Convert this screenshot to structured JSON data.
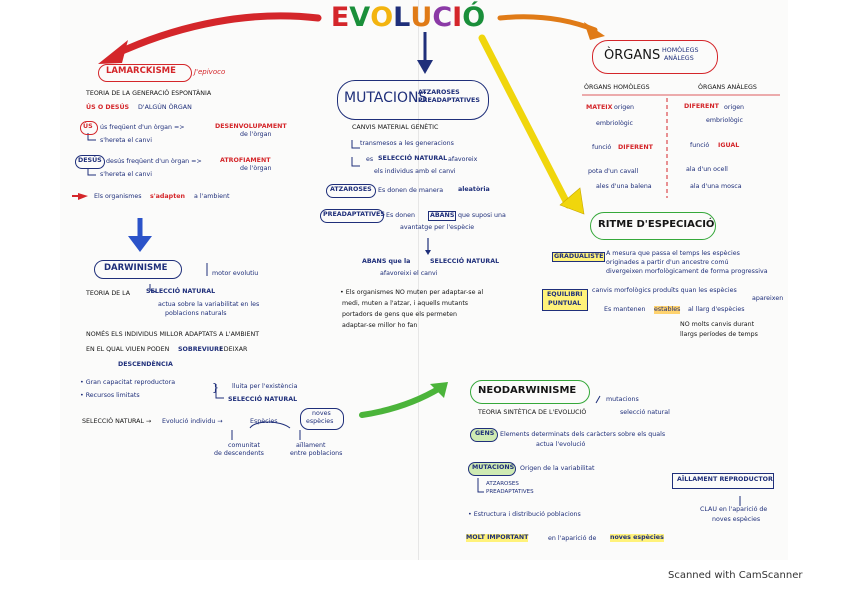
{
  "title": "EVOLUCIÓ",
  "title_colors": [
    "#d4262a",
    "#1a8f3a",
    "#f3b40f",
    "#1f2f7a",
    "#e07b17",
    "#8b3aa6",
    "#d4262a",
    "#1a8f3a"
  ],
  "lamarck": {
    "heading": "LAMARCKISME",
    "author": "J'epivoco",
    "line1": "TEORIA DE LA GENERACIÓ ESPONTÀNIA",
    "line2a": "ÚS O DESÚS",
    "line2b": "D'ALGÚN ÒRGAN",
    "us_tag": "ÚS",
    "us_line1": "ús freqüent d'un òrgan =>",
    "us_result1": "DESENVOLUPAMENT",
    "us_result2": "de l'òrgan",
    "us_line2": "s'hereta el canvi",
    "desus_tag": "DESÚS",
    "desus_line1": "desús freqüent d'un òrgan =>",
    "desus_result1": "ATROFIAMENT",
    "desus_result2": "de l'òrgan",
    "desus_line2": "s'hereta el canvi",
    "adapt_a": "Els organismes",
    "adapt_b": "s'adapten",
    "adapt_c": "a l'ambient"
  },
  "darwin": {
    "heading": "DARWINISME",
    "motor": "motor evolutiu",
    "theory_a": "TEORIA DE LA",
    "theory_b": "SELECCIÓ NATURAL",
    "theory_sub1": "actua sobre la variabilitat en les",
    "theory_sub2": "poblacions naturals",
    "only1": "NOMÉS ELS INDIVIDUS MILLOR ADAPTATS A L'AMBIENT",
    "only2a": "EN EL QUAL VIUEN PODEN",
    "only2b": "SOBREVIURE",
    "only2c": "i DEIXAR",
    "only3": "DESCENDÈNCIA",
    "b1": "• Gran capacitat reproductora",
    "b2": "• Recursos limitats",
    "lluita": "lluita per l'existència",
    "selnat": "SELECCIÓ NATURAL",
    "chain_a": "SELECCIÓ NATURAL →",
    "chain_b": "Evolució individu →",
    "chain_c": "Espècies",
    "noves1": "noves",
    "noves2": "espècies",
    "comunitat1": "comunitat",
    "comunitat2": "de descendents",
    "aillament1": "aïllament",
    "aillament2": "entre poblacions"
  },
  "mutacions": {
    "heading": "MUTACIONS",
    "sub1": "ATZAROSES",
    "sub2": "PREADAPTATIVES",
    "l1": "CANVIS MATERIAL GENÈTIC",
    "l2": "transmesos a les generacions",
    "l3a": "es",
    "l3b": "SELECCIÓ NATURAL",
    "l3c": "afavoreix",
    "l4": "els individus amb el canvi",
    "atz_tag": "ATZAROSES",
    "atz_text": "Es donen de manera",
    "atz_word": "aleatòria",
    "pre_tag": "PREADAPTATIVES",
    "pre_text1": "Es donen",
    "pre_abans": "ABANS",
    "pre_text2": "que suposi una",
    "pre_text3": "avantatge per l'espècie",
    "after1a": "ABANS que la",
    "after1b": "SELECCIÓ NATURAL",
    "after2": "afavoreixi el canvi",
    "p1": "• Els organismes NO muten per adaptar-se al",
    "p2": "medi, muten a l'atzar, i aquells mutants",
    "p3": "portadors de gens que els permeten",
    "p4": "adaptar-se millor ho fan"
  },
  "organs": {
    "heading": "ÒRGANS",
    "sub1": "HOMÒLEGS",
    "sub2": "ANÀLEGS",
    "col1": "ÒRGANS HOMÒLEGS",
    "col2": "ÒRGANS ANÀLEGS",
    "h1a": "MATEIX",
    "h1b": "origen",
    "h2": "embriològic",
    "h3a": "funció",
    "h3b": "DIFERENT",
    "h4": "pota d'un cavall",
    "h5": "ales d'una balena",
    "a1a": "DIFERENT",
    "a1b": "origen",
    "a2": "embriològic",
    "a3a": "funció",
    "a3b": "IGUAL",
    "a4": "ala d'un ocell",
    "a5": "ala d'una mosca"
  },
  "ritme": {
    "heading": "RITME D'ESPECIACIÓ",
    "grad_tag": "GRADUALISTE",
    "grad1": "A mesura que passa el temps les espècies",
    "grad2": "originades a partir d'un ancestre comú",
    "grad3": "divergeixen morfològicament de forma progressiva",
    "eq_tag1": "EQUILIBRI",
    "eq_tag2": "PUNTUAL",
    "eq1": "canvis morfològics produïts quan les espècies",
    "eq1b": "apareixen",
    "eq2a": "Es mantenen",
    "eq2b": "estables",
    "eq2c": "al llarg d'espècies",
    "eq3": "NO molts canvis durant",
    "eq4": "llargs períodes de temps"
  },
  "neo": {
    "heading": "NEODARWINISME",
    "mut_top": "mutacions",
    "t1a": "TEORIA SINTÈTICA DE L'EVOLUCIÓ",
    "t1b": "selecció natural",
    "gens_tag": "GENS",
    "gens1": "Elements determinats dels caràcters sobre els quals",
    "gens2": "actua l'evolució",
    "mut_tag": "MUTACIONS",
    "mut_text": "Origen de la variabilitat",
    "m1": "ATZAROSES",
    "m2": "PREADAPTATIVES",
    "estr": "• Estructura i distribució poblacions",
    "ail": "AÏLLAMENT REPRODUCTOR",
    "clau1": "CLAU en l'aparició de",
    "clau2": "noves espècies",
    "bottom_a": "MOLT IMPORTANT",
    "bottom_b": "en l'aparició de",
    "bottom_c": "noves espècies"
  },
  "footer": "Scanned with CamScanner"
}
